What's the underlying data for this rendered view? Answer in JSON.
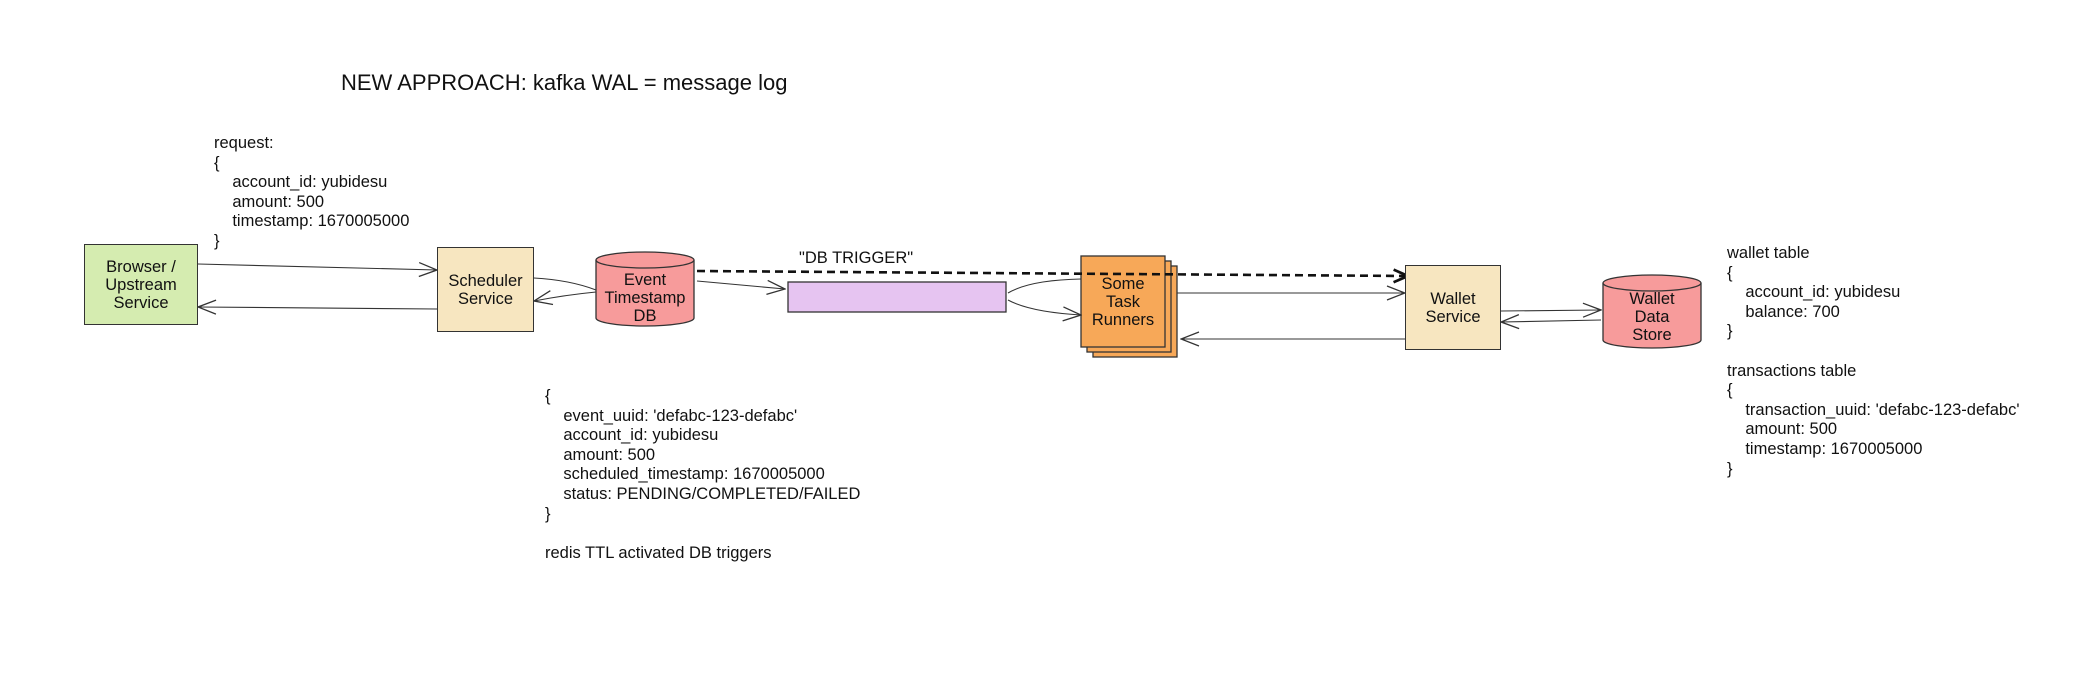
{
  "title": "NEW APPROACH: kafka WAL = message log",
  "colors": {
    "client": "#d5ecb0",
    "service": "#f7e6c0",
    "datastore": "#f79b9b",
    "queue": "#e6c4f1",
    "runners": "#f7a858",
    "stroke": "#333333"
  },
  "nodes": {
    "browser": {
      "label": "Browser /\nUpstream\nService"
    },
    "scheduler": {
      "label": "Scheduler\nService"
    },
    "event_db": {
      "label": "Event\nTimestamp\nDB"
    },
    "task_runners": {
      "label": "Some\nTask\nRunners"
    },
    "wallet_service": {
      "label": "Wallet\nService"
    },
    "wallet_store": {
      "label": "Wallet\nData\nStore"
    }
  },
  "edge_labels": {
    "db_trigger": "\"DB TRIGGER\""
  },
  "notes": {
    "request": "request:\n{\n    account_id: yubidesu\n    amount: 500\n    timestamp: 1670005000\n}",
    "event_record": "{\n    event_uuid: 'defabc-123-defabc'\n    account_id: yubidesu\n    amount: 500\n    scheduled_timestamp: 1670005000\n    status: PENDING/COMPLETED/FAILED\n}\n\nredis TTL activated DB triggers",
    "wallet_tables": "wallet table\n{\n    account_id: yubidesu\n    balance: 700\n}\n\ntransactions table\n{\n    transaction_uuid: 'defabc-123-defabc'\n    amount: 500\n    timestamp: 1670005000\n}"
  }
}
